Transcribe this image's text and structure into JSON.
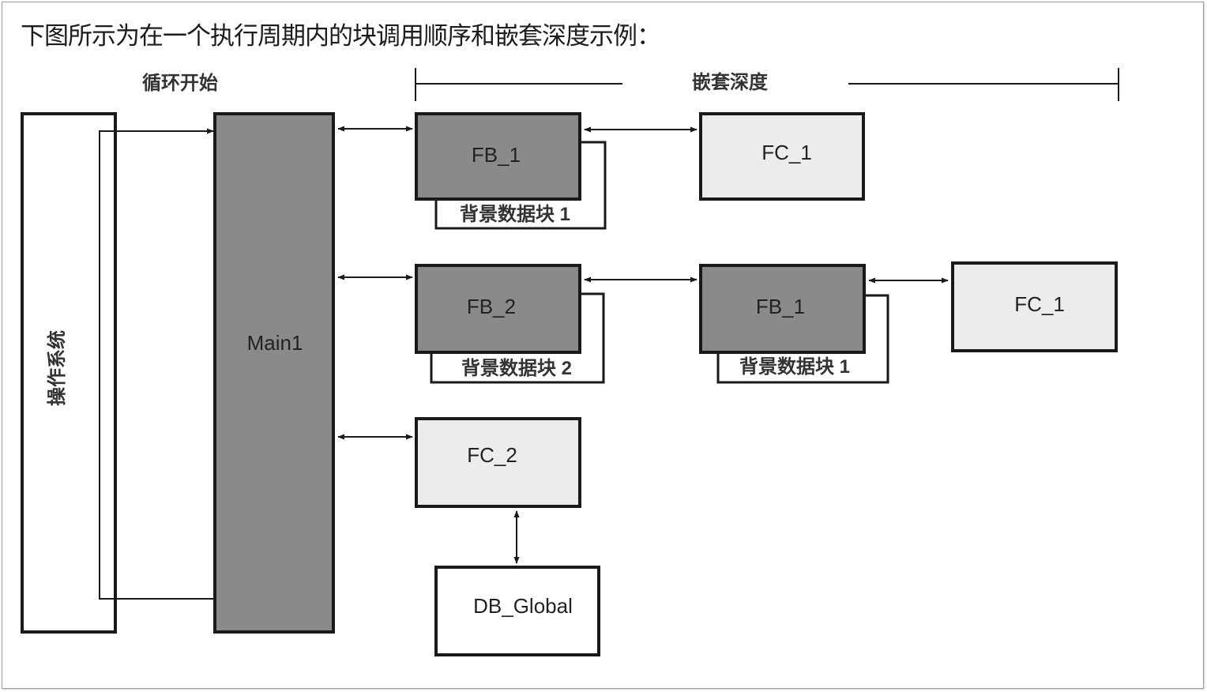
{
  "heading": "下图所示为在一个执行周期内的块调用顺序和嵌套深度示例：",
  "labels": {
    "cycle_start": "循环开始",
    "nesting_depth": "嵌套深度",
    "os": "操作系统"
  },
  "blocks": {
    "main": "Main1",
    "fb1_top": "FB_1",
    "idb1_top": "背景数据块 1",
    "fc1_top": "FC_1",
    "fb2": "FB_2",
    "idb2": "背景数据块 2",
    "fb1_mid": "FB_1",
    "idb1_mid": "背景数据块 1",
    "fc1_mid": "FC_1",
    "fc2": "FC_2",
    "db_global": "DB_Global"
  },
  "colors": {
    "dark_block": "#8a8a8a",
    "light_block": "#ececec",
    "white_block": "#ffffff",
    "line": "#1a1a1a"
  }
}
